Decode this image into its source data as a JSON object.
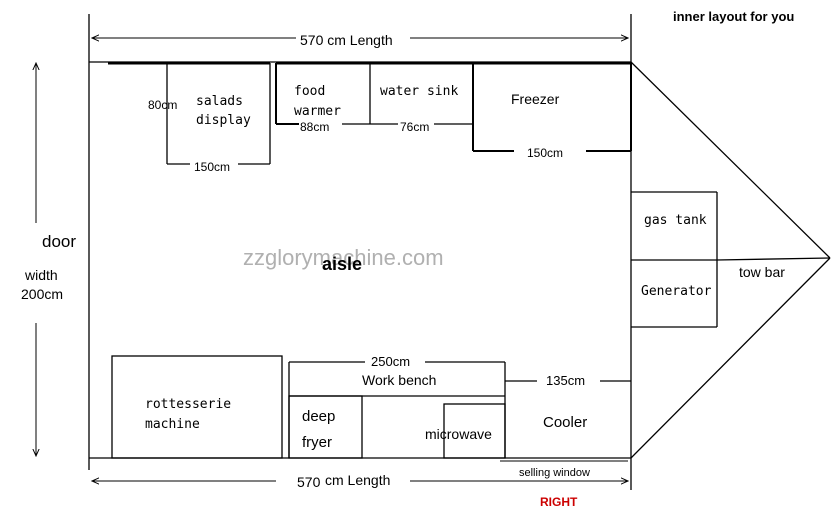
{
  "header": {
    "caption": "inner layout for you"
  },
  "dimensions": {
    "top_length": "570 cm Length",
    "bottom_length_value": "570",
    "bottom_length_unit": "cm Length",
    "width_label": "width",
    "width_value": "200cm"
  },
  "labels": {
    "door": "door",
    "aisle": "aisle",
    "watermark": "zzglorymachine.com",
    "tow_bar": "tow  bar",
    "selling_window": "selling window",
    "right": "RIGHT"
  },
  "fixtures": {
    "salads": {
      "line1": "salads",
      "line2": "display",
      "depth": "80cm",
      "width": "150cm"
    },
    "food_warmer": {
      "line1": "food",
      "line2": "warmer",
      "width": "88cm"
    },
    "water_sink": {
      "name": "water sink",
      "width": "76cm"
    },
    "freezer": {
      "name": "Freezer",
      "width": "150cm"
    },
    "gas_tank": {
      "name": "gas tank"
    },
    "generator": {
      "name": "Generator"
    },
    "rotisserie": {
      "line1": "rottesserie",
      "line2": "machine"
    },
    "work_bench": {
      "name": "Work bench",
      "width": "250cm"
    },
    "deep_fryer": {
      "line1": "deep",
      "line2": "fryer"
    },
    "microwave": {
      "name": "microwave"
    },
    "cooler": {
      "name": "Cooler",
      "width": "135cm"
    }
  },
  "colors": {
    "right_label": "#cc0000",
    "watermark": "#b0b0b0",
    "lines": "#000000"
  }
}
